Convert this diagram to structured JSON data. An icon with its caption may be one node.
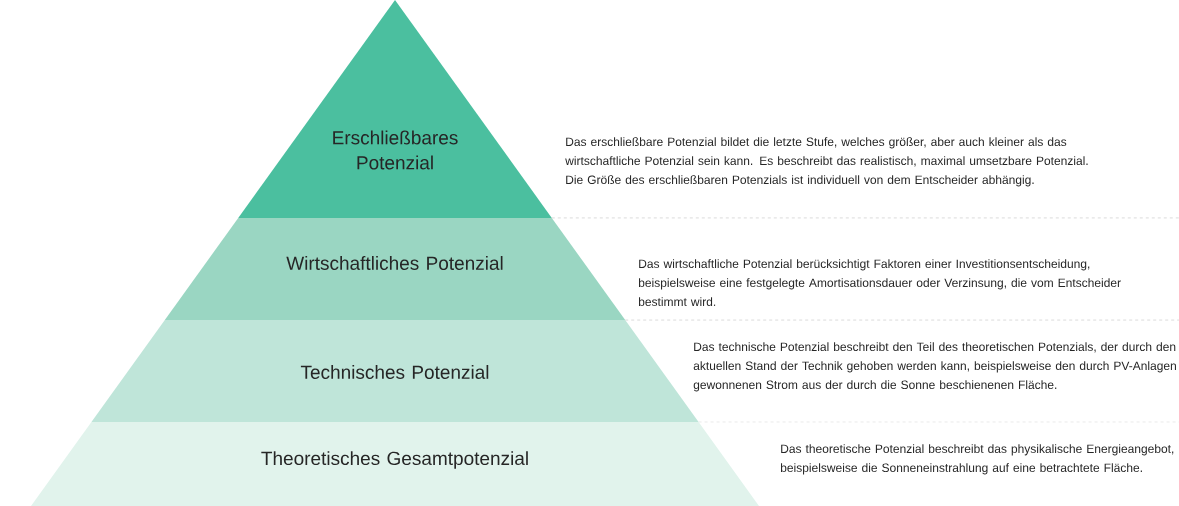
{
  "diagram": {
    "nodes": [
      {
        "text": [
          "Erschließbares Potenzial"
        ],
        "beside": [
          "Das erschließbare Potenzial bildet die letzte Stufe, welches größer, aber auch kleiner als das wirtschaftliche Potenzial sein kann. Es beschreibt das realistisch, maximal umsetzbare Potenzial. Die Größe des erschließbaren Potenzials ist individuell von dem Entscheider abhängig."
        ]
      },
      {
        "text": [
          "Wirtschaftliches Potenzial"
        ],
        "beside": [
          "Das wirtschaftliche Potenzial berücksichtigt Faktoren einer Investitionsentscheidung, beispielsweise eine festgelegte Amortisationsdauer oder Verzinsung, die vom Entscheider bestimmt wird."
        ]
      },
      {
        "text": [
          "Technisches Potenzial"
        ],
        "beside": [
          "Das technische Potenzial beschreibt den Teil des theoretischen Potenzials, der durch den aktuellen Stand der Technik gehoben werden kann, beispielsweise den durch PV-Anlagen gewonnenen Strom aus der durch die Sonne beschienenen Fläche."
        ]
      },
      {
        "text": [
          "Theoretisches Gesamtpotenzial"
        ],
        "beside": [
          "Das theoretische Potenzial beschreibt das physikalische Energieangebot, beispielsweise die Sonneneinstrahlung auf eine betrachtete Fläche."
        ]
      }
    ]
  }
}
